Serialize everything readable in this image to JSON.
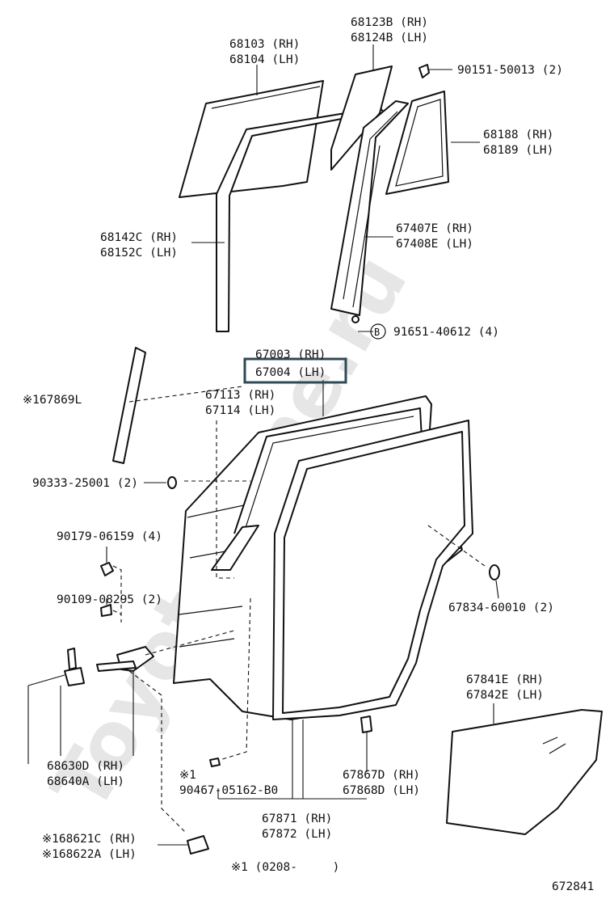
{
  "watermark": "ToyotaMine.ru",
  "diagram_code": "672841",
  "footnote": "※1 (0208-     )",
  "labels": {
    "p68103": "68103 (RH)",
    "p68104": "68104 (LH)",
    "p68123": "68123B (RH)",
    "p68124": "68124B (LH)",
    "p90151": "90151-50013 (2)",
    "p68188": "68188 (RH)",
    "p68189": "68189 (LH)",
    "p68142": "68142C (RH)",
    "p68152": "68152C (LH)",
    "p67407": "67407E (RH)",
    "p67408": "67408E (LH)",
    "pB": "B",
    "p91651": "91651-40612 (4)",
    "p67003": "67003 (RH)",
    "p67004": "67004 (LH)",
    "p167869": "※167869L",
    "p67113": "67113 (RH)",
    "p67114": "67114 (LH)",
    "p90333": "90333-25001 (2)",
    "p90179": "90179-06159 (4)",
    "p90109": "90109-08295 (2)",
    "p67834": "67834-60010 (2)",
    "p67841": "67841E (RH)",
    "p67842": "67842E (LH)",
    "p68630": "68630D (RH)",
    "p68640": "68640A (LH)",
    "pNote1": "※1",
    "p90467": "90467-05162-B0",
    "p67867": "67867D (RH)",
    "p67868": "67868D (LH)",
    "p67871": "67871 (RH)",
    "p67872": "67872 (LH)",
    "p168621": "※168621C (RH)",
    "p168622": "※168622A (LH)"
  },
  "highlight": "67004 (LH)"
}
